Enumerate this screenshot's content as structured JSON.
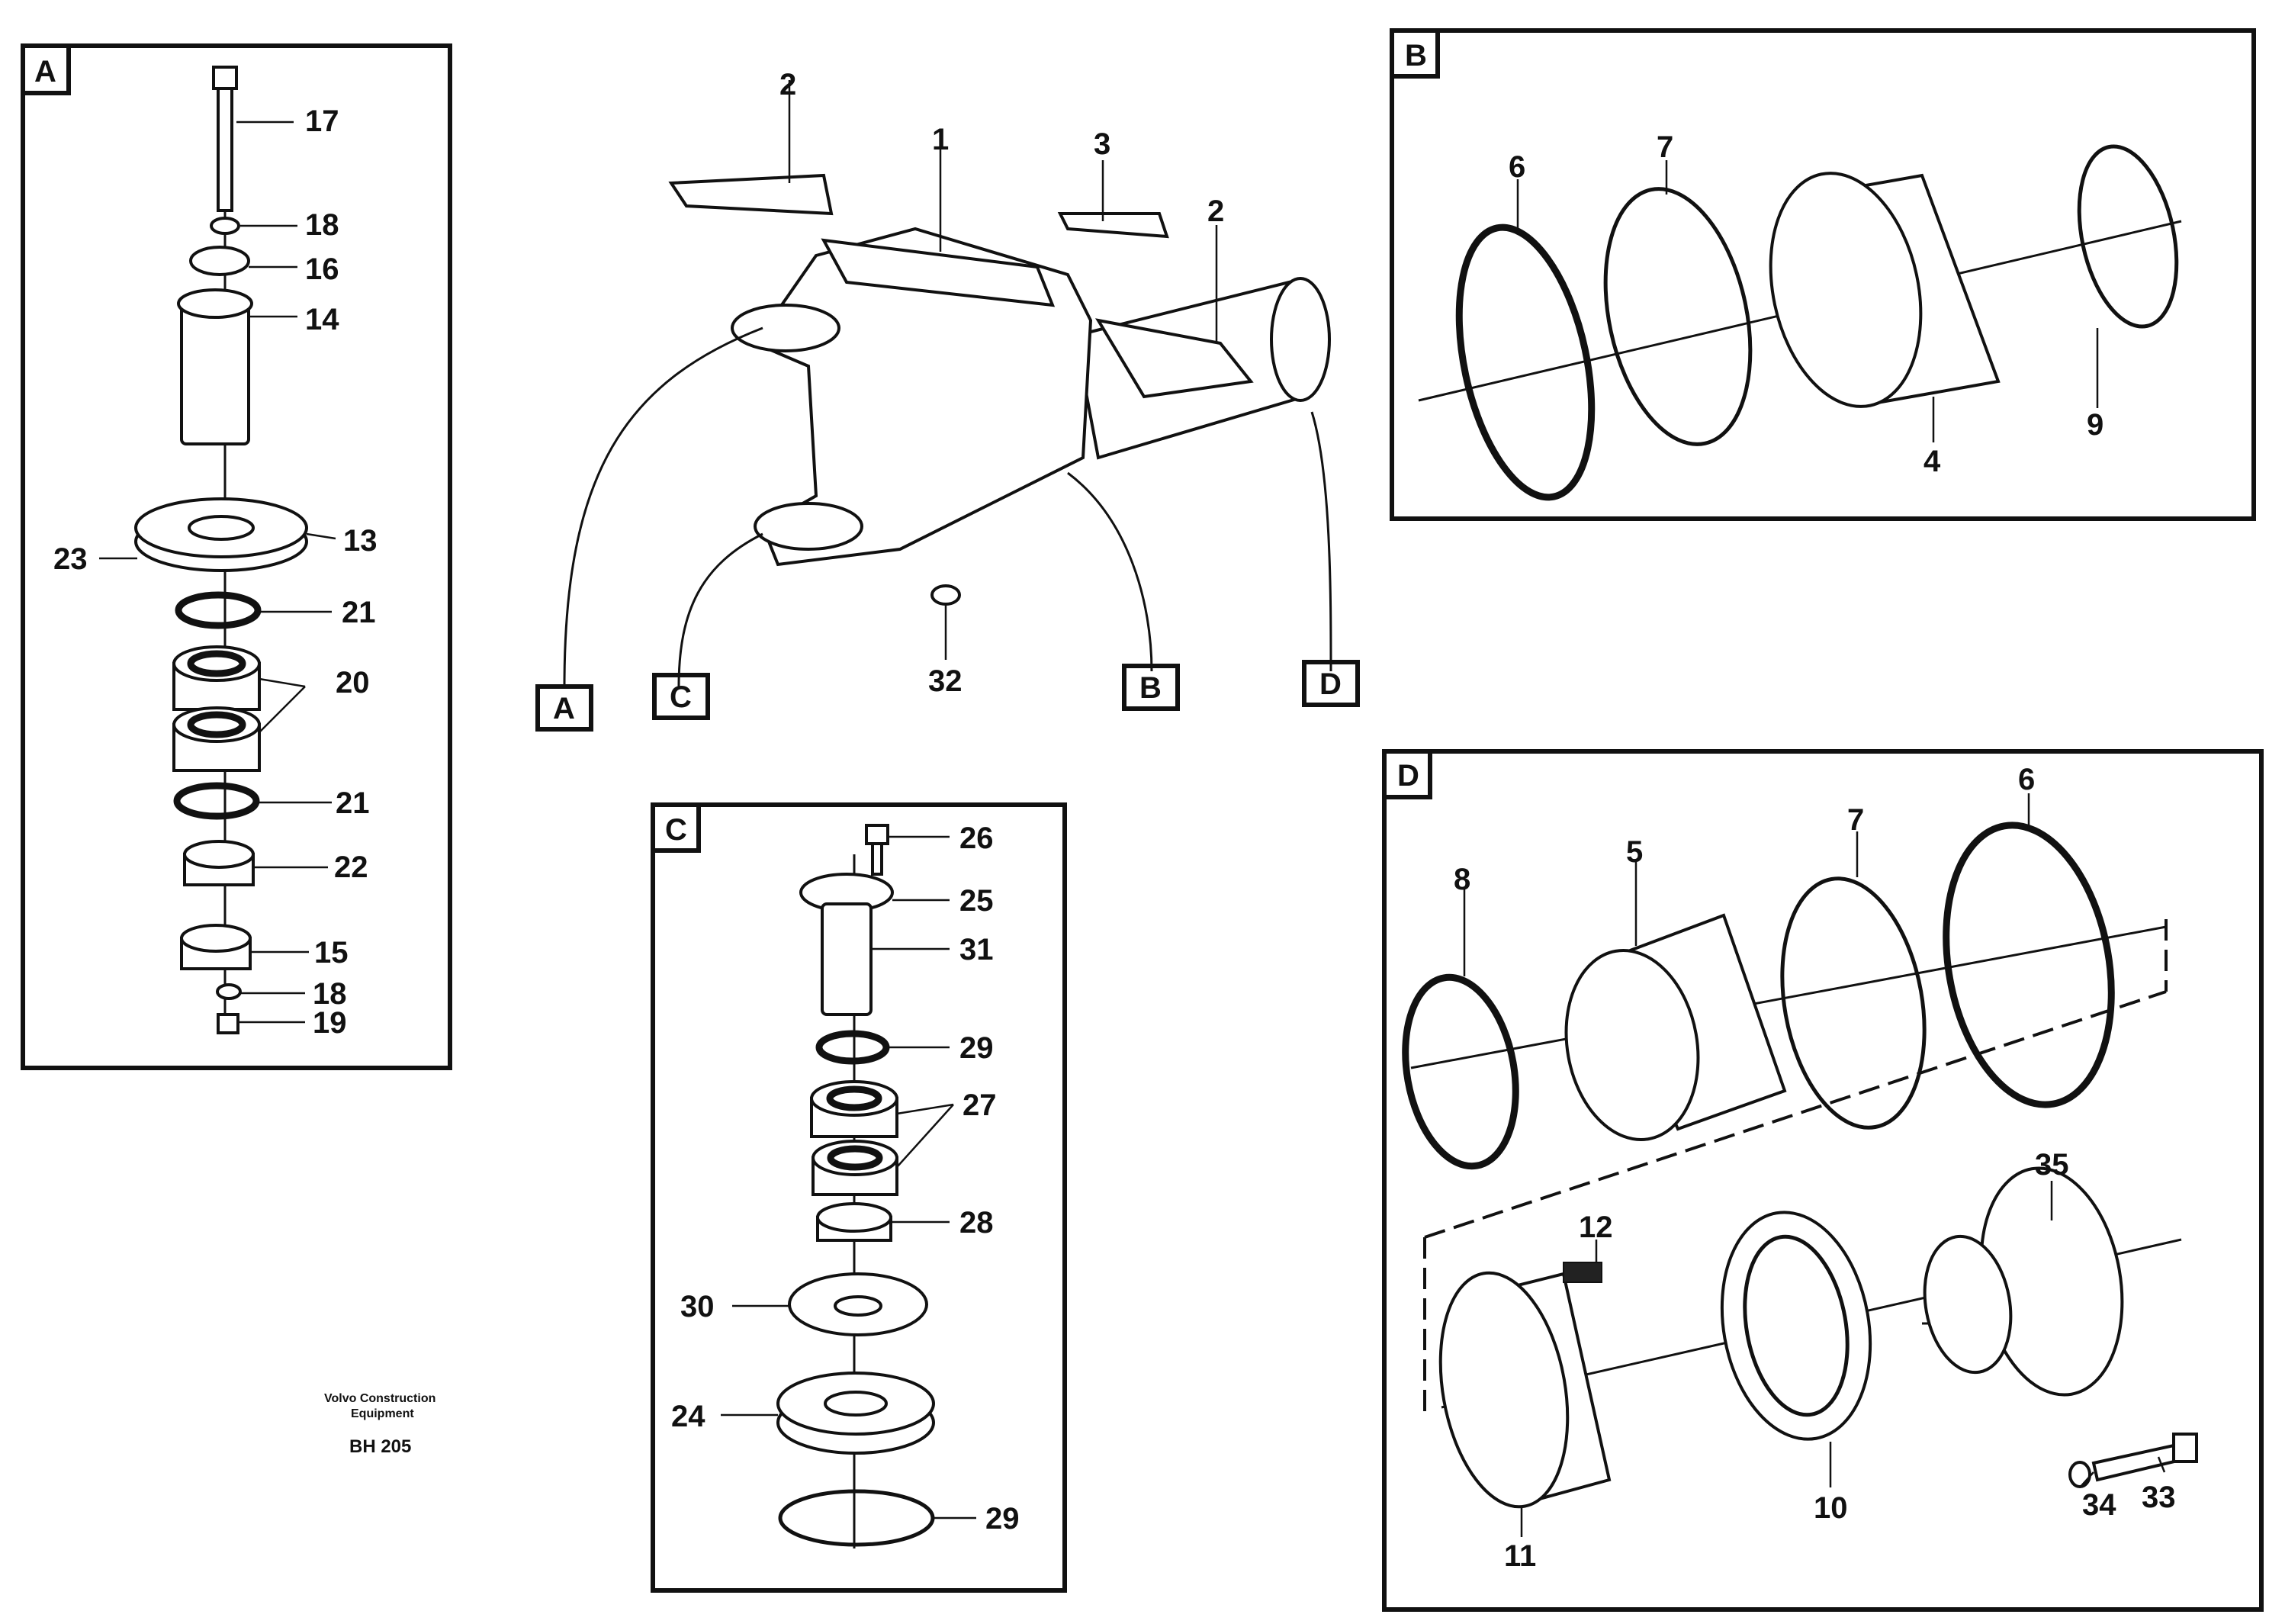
{
  "panels": {
    "A": {
      "tag": "A",
      "callouts": {
        "c17": "17",
        "c18a": "18",
        "c16": "16",
        "c14": "14",
        "c23": "23",
        "c13": "13",
        "c21a": "21",
        "c20": "20",
        "c21b": "21",
        "c22": "22",
        "c15": "15",
        "c18b": "18",
        "c19": "19"
      }
    },
    "B": {
      "tag": "B",
      "callouts": {
        "c6": "6",
        "c7": "7",
        "c4": "4",
        "c9": "9"
      }
    },
    "C": {
      "tag": "C",
      "callouts": {
        "c26": "26",
        "c25": "25",
        "c31": "31",
        "c29a": "29",
        "c27": "27",
        "c28": "28",
        "c30": "30",
        "c24": "24",
        "c29b": "29"
      }
    },
    "D": {
      "tag": "D",
      "callouts": {
        "c8": "8",
        "c5": "5",
        "c7": "7",
        "c6": "6",
        "c35": "35",
        "c12": "12",
        "c10": "10",
        "c11": "11",
        "c34": "34",
        "c33": "33"
      }
    }
  },
  "main": {
    "callouts": {
      "c1": "1",
      "c2a": "2",
      "c2b": "2",
      "c3": "3",
      "c32": "32"
    },
    "pointers": {
      "A": "A",
      "B": "B",
      "C": "C",
      "D": "D"
    }
  },
  "footer": {
    "company_line1": "Volvo Construction",
    "company_line2": "Equipment",
    "code": "BH 205"
  }
}
